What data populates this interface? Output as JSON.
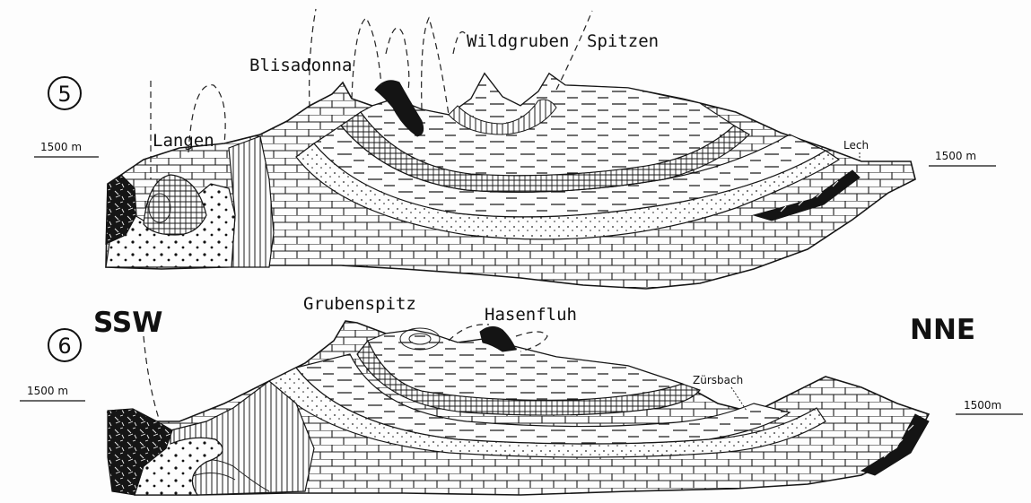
{
  "section_5": {
    "number": "5",
    "scale_left": "1500 m",
    "scale_right": "1500 m",
    "labels": {
      "langen": "Langen",
      "blisadonna": "Blisadonna",
      "wildgruben": "Wildgruben",
      "spitzen": "Spitzen",
      "lech": "Lech"
    }
  },
  "section_6": {
    "number": "6",
    "orientation_left": "SSW",
    "orientation_right": "NNE",
    "scale_left": "1500 m",
    "scale_right": "1500m",
    "labels": {
      "grubenspitz": "Grubenspitz",
      "hasenfluh": "Hasenfluh",
      "zursbach": "Zürsbach"
    }
  }
}
